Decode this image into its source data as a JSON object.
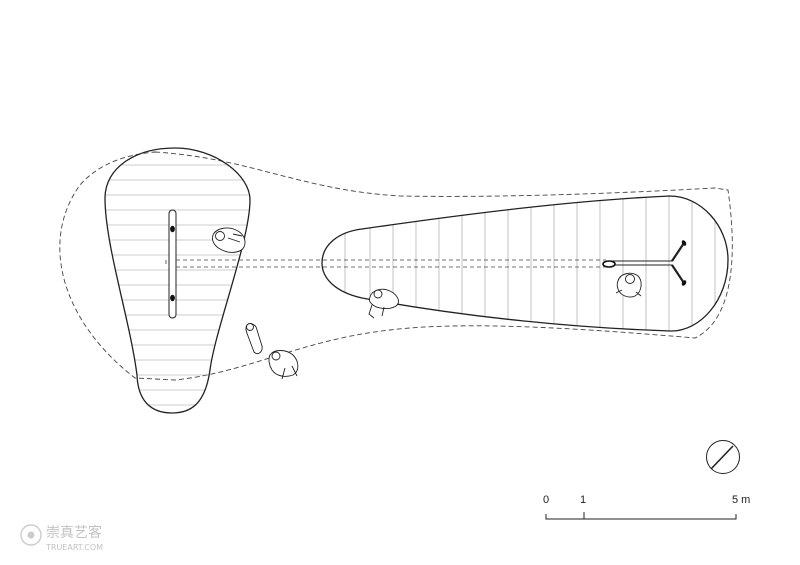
{
  "drawing": {
    "line_color": "#222222",
    "dash_color": "#444444",
    "background": "#ffffff"
  },
  "north_arrow": {
    "icon": "north-arrow-icon"
  },
  "scale_bar": {
    "label_zero": "0",
    "label_one": "1",
    "label_five": "5 m"
  },
  "watermark": {
    "cn_text": "崇真艺客",
    "en_text": "TRUEART.COM",
    "icon": "eye-logo-icon"
  }
}
